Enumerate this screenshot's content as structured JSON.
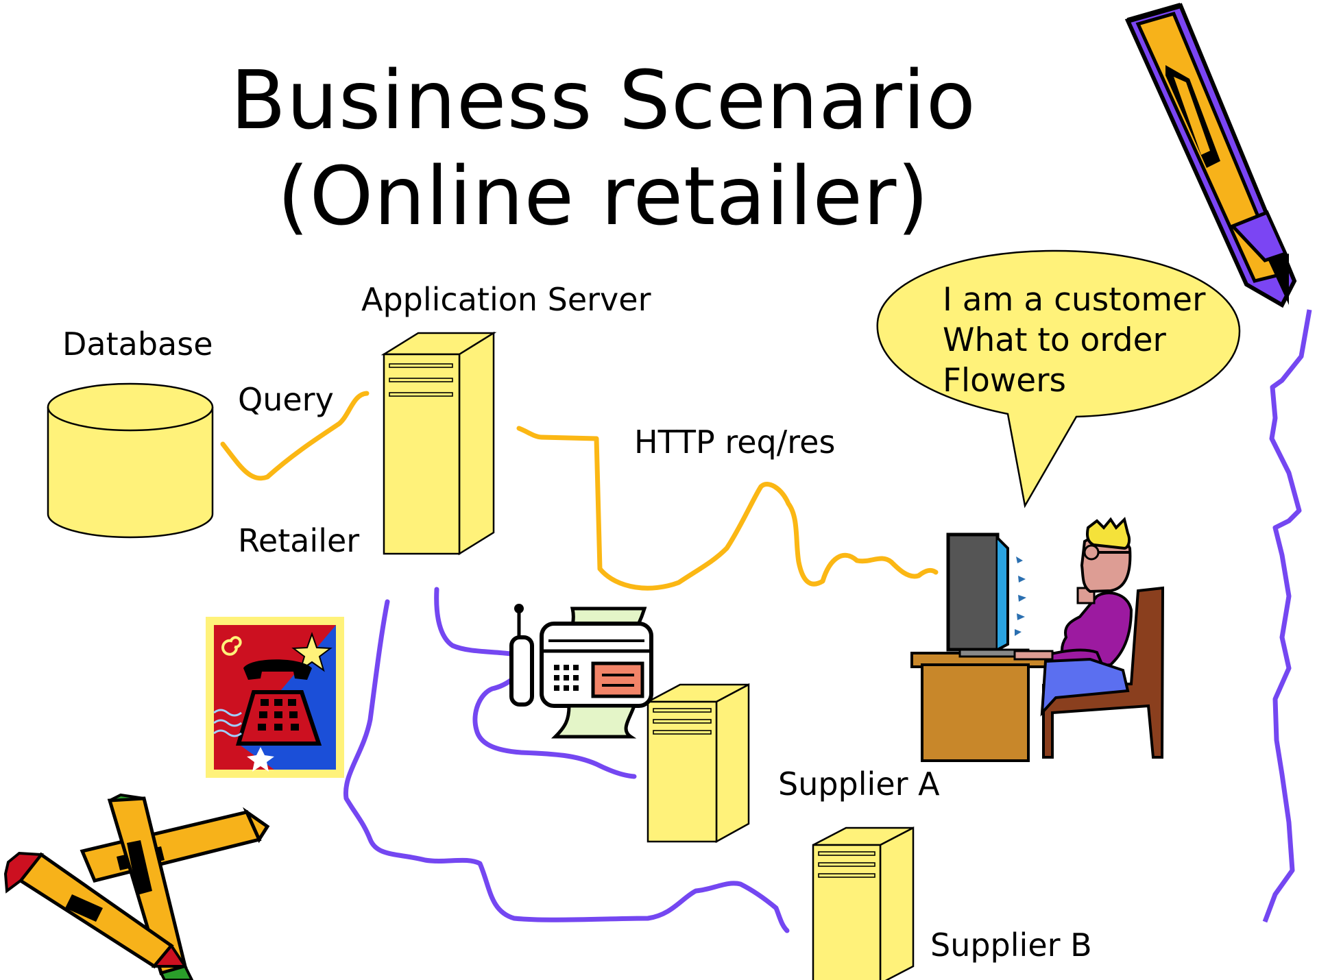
{
  "slide": {
    "title_line1": "Business Scenario",
    "title_line2": "(Online retailer)"
  },
  "labels": {
    "database": "Database",
    "application_server": "Application Server",
    "query": "Query",
    "retailer": "Retailer",
    "http": "HTTP req/res",
    "supplier_a": "Supplier A",
    "supplier_b": "Supplier B"
  },
  "speech_bubble": {
    "lines": [
      "I am a customer",
      "What to order",
      "Flowers"
    ]
  },
  "colors": {
    "box_fill": "#FFF27A",
    "orange_link": "#FBB714",
    "purple_link": "#7447F1",
    "bubble_fill": "#FFF27A"
  },
  "icons": [
    "database-icon",
    "server-icon",
    "fax-icon",
    "telephone-stamp-icon",
    "computer-user-icon",
    "pencil-icon",
    "crayons-icon"
  ]
}
